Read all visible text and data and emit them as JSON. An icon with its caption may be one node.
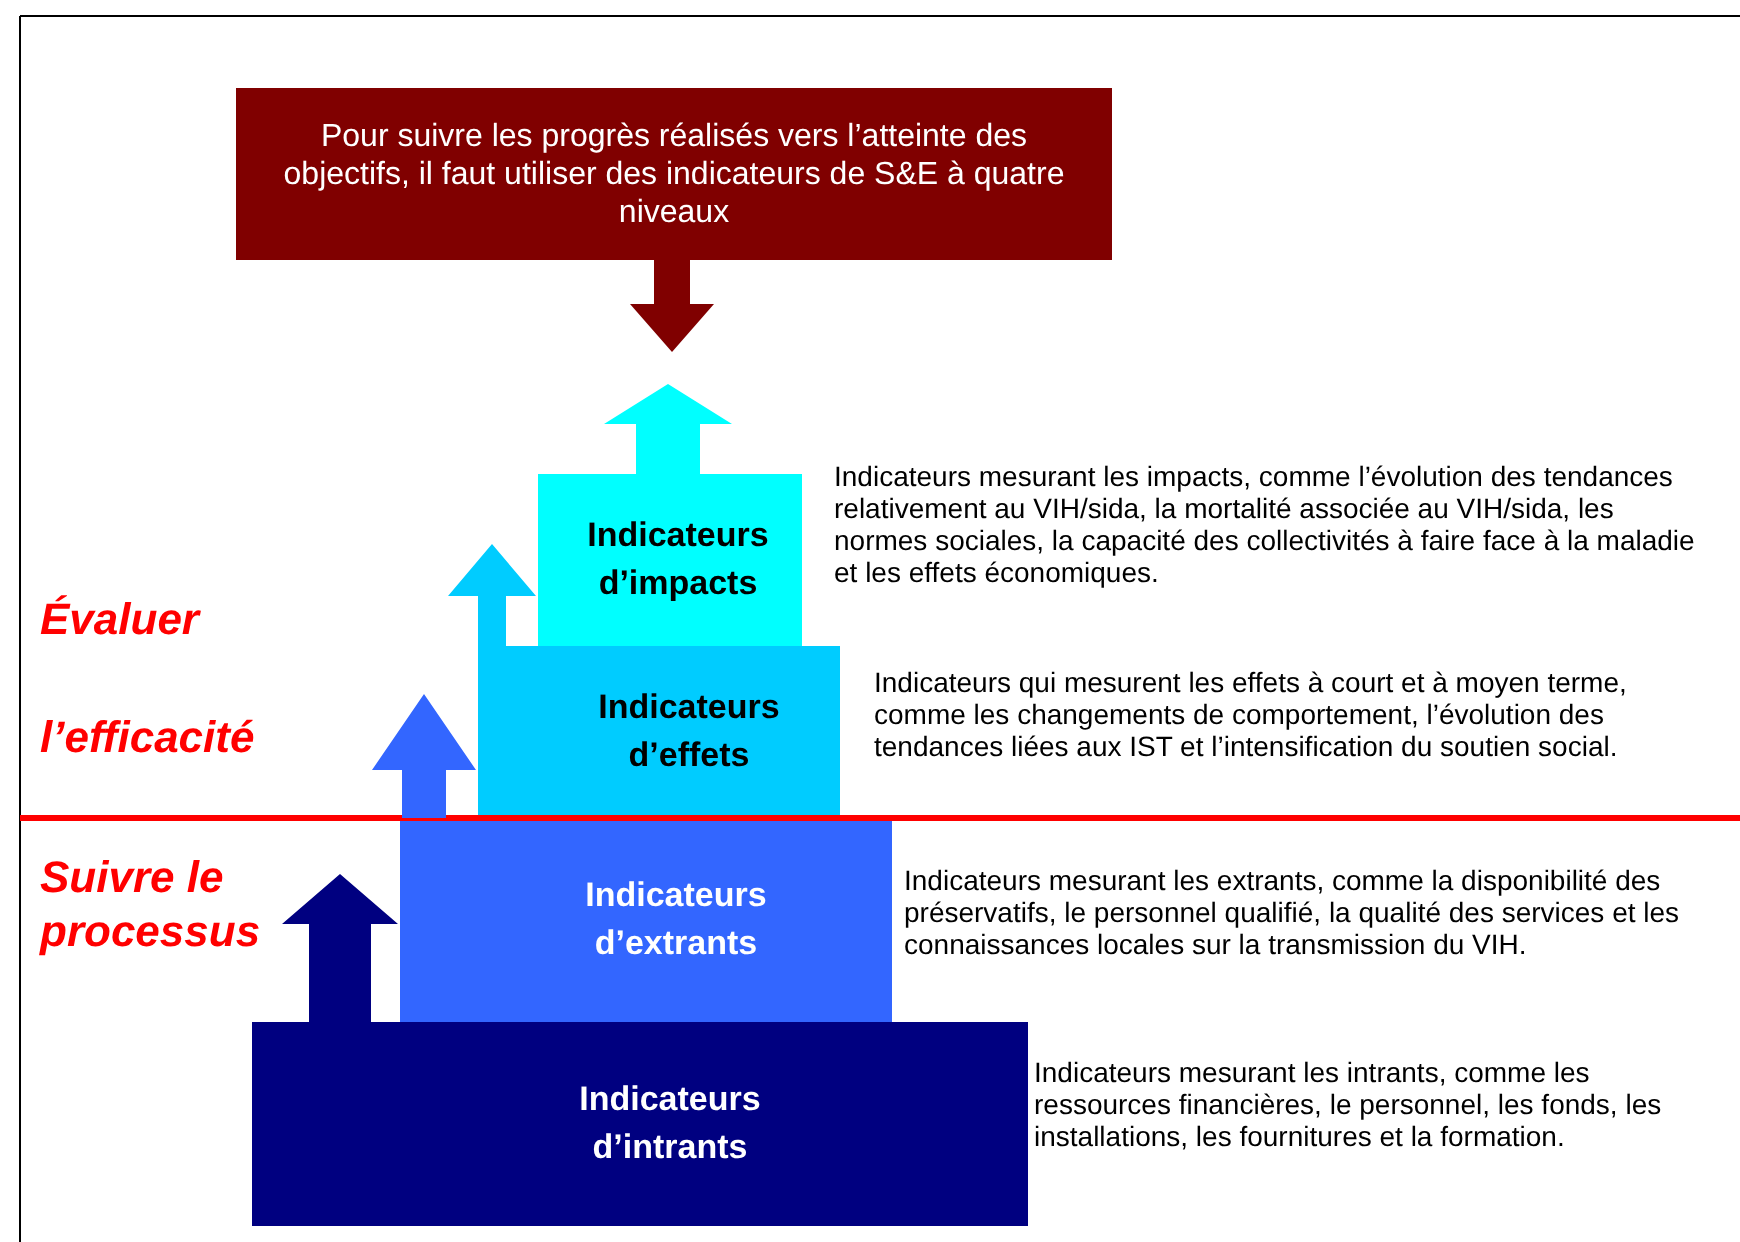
{
  "diagram": {
    "nodes": [
      {
        "text": [
          "Pour suivre les progrès réalisés vers l’atteinte des objectifs, il faut utiliser des indicateurs de S&E à quatre niveaux"
        ]
      },
      {
        "text": [
          "Indicateurs d’impacts"
        ],
        "beside": [
          "Indicateurs mesurant les impacts, comme l’évolution des tendances relativement au VIH/sida, la mortalité associée au VIH/sida, les normes sociales, la capacité des collectivités à faire face à la maladie et les effets économiques."
        ]
      },
      {
        "text": [
          "Indicateurs d’effets"
        ],
        "beside": [
          "Indicateurs qui mesurent les effets à court et à moyen terme, comme les changements de comportement, l’évolution des tendances liées aux IST et l’intensification du soutien social."
        ]
      },
      {
        "text": [
          "Indicateurs d’extrants"
        ],
        "beside": [
          "Indicateurs mesurant les extrants, comme la disponibilité des préservatifs, le personnel qualifié, la qualité des services et les connaissances locales sur la transmission du VIH."
        ]
      },
      {
        "text": [
          "Indicateurs d’intrants"
        ],
        "beside": [
          "Indicateurs mesurant les intrants, comme les ressources financières, le personnel, les fonds, les installations, les fournitures et la formation."
        ]
      }
    ],
    "edges": [
      {
        "from": 0,
        "to": null,
        "arrow": "to",
        "style": "thick",
        "color": "#800000"
      },
      {
        "from": 1,
        "to": 0,
        "arrow": "to",
        "style": "thick",
        "color": "#00ffff"
      },
      {
        "from": 2,
        "to": 1,
        "arrow": "to",
        "style": "thick",
        "color": "#00ccff"
      },
      {
        "from": 3,
        "to": 2,
        "arrow": "to",
        "style": "thick",
        "color": "#3366ff"
      },
      {
        "from": 4,
        "to": 3,
        "arrow": "to",
        "style": "thick",
        "color": "#000080"
      }
    ],
    "labels": [
      "Évaluer",
      "l’efficacité",
      "Suivre le processus"
    ]
  }
}
